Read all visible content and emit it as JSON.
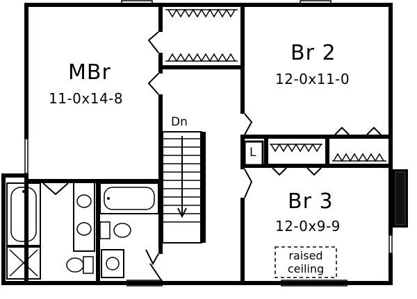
{
  "rooms": [
    {
      "id": "mbr",
      "name": "MBr",
      "dims": "11-0x14-8"
    },
    {
      "id": "br2",
      "name": "Br 2",
      "dims": "12-0x11-0"
    },
    {
      "id": "br3",
      "name": "Br 3",
      "dims": "12-0x9-9"
    }
  ],
  "stairs": {
    "label": "Dn"
  },
  "linen": {
    "label": "L"
  },
  "note": {
    "line1": "raised",
    "line2": "ceiling"
  },
  "colors": {
    "ink": "#000000",
    "paper": "#ffffff"
  }
}
